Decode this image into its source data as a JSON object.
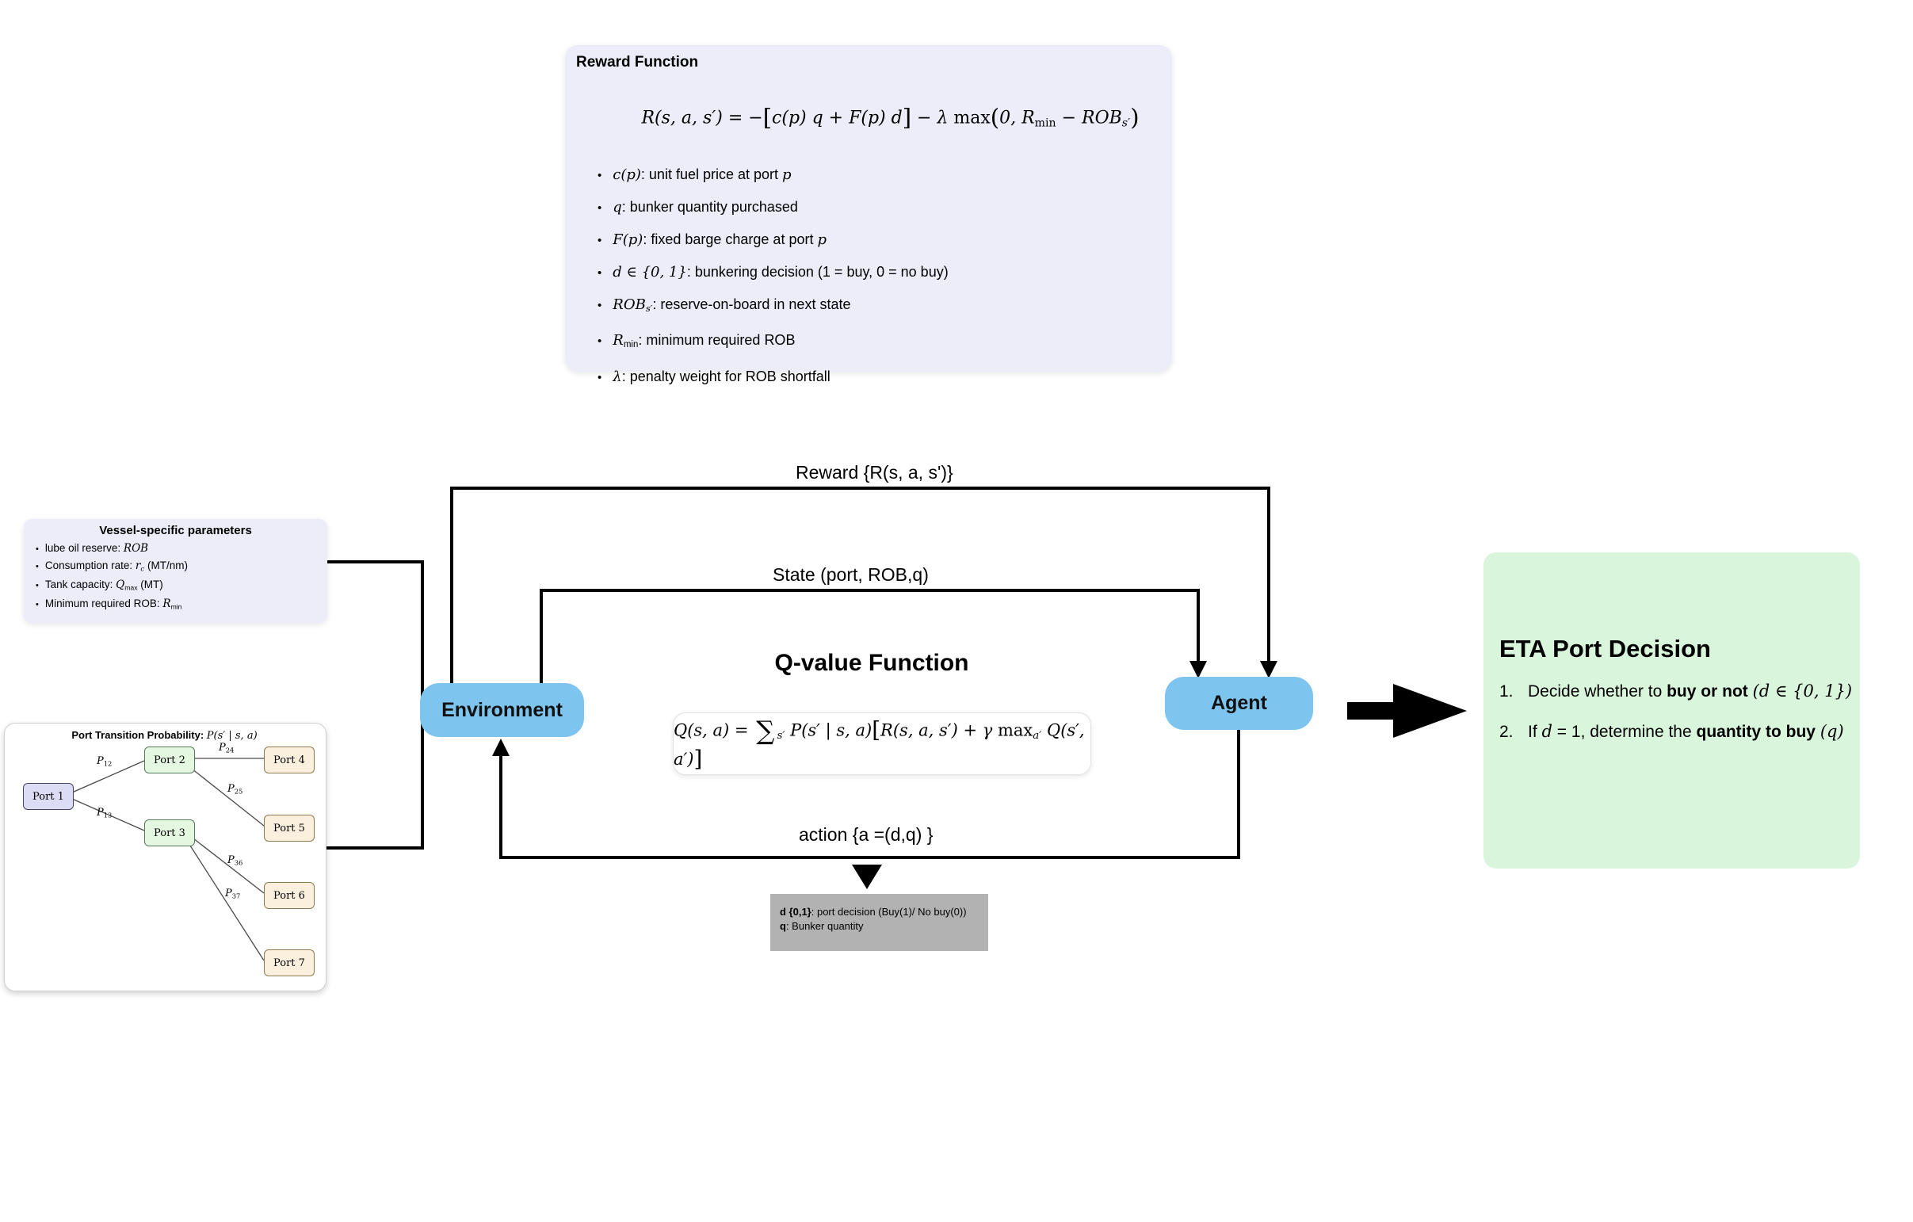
{
  "ui": {
    "bullet": "•"
  },
  "colors": {
    "panel_lavender": "#EDEDFA",
    "pill_blue": "#7DC4EE",
    "panel_green": "#D9F6DC",
    "note_gray": "#B2B2B2",
    "port_node_lavender": "#DCDCF4",
    "port_node_green": "#E3F7E1",
    "port_node_cream": "#FBF0DE",
    "line_black": "#000000"
  },
  "reward_box": {
    "title": "Reward Function",
    "formula": [
      {
        "t": "R(s, a, s′) = −",
        "i": true
      },
      {
        "t": "[",
        "c": "c-brk"
      },
      {
        "t": "c(p) q  +  F(p) d",
        "i": true
      },
      {
        "t": "]",
        "c": "c-brk"
      },
      {
        "t": "  −  λ ",
        "i": true
      },
      {
        "t": "max",
        "c": "c-rm"
      },
      {
        "t": "(",
        "c": "c-brk"
      },
      {
        "t": "0,  R",
        "i": true
      },
      {
        "t": "min",
        "sub": true,
        "c": "c-rm"
      },
      {
        "t": " − ROB",
        "i": true
      },
      {
        "t": "s′",
        "sub": true,
        "i": true
      },
      {
        "t": ")",
        "c": "c-brk"
      }
    ],
    "bullets": [
      [
        {
          "t": "c(p)",
          "i": true
        },
        {
          "t": ":  unit fuel price at port "
        },
        {
          "t": "p",
          "i": true
        }
      ],
      [
        {
          "t": "q",
          "i": true
        },
        {
          "t": ":  bunker quantity purchased"
        }
      ],
      [
        {
          "t": "F(p)",
          "i": true
        },
        {
          "t": ":  fixed barge charge at port "
        },
        {
          "t": "p",
          "i": true
        }
      ],
      [
        {
          "t": "d",
          "i": true
        },
        {
          "t": " ∈ {0, 1}",
          "i": true
        },
        {
          "t": ":  bunkering decision (1 = buy, 0 = no buy)"
        }
      ],
      [
        {
          "t": "ROB",
          "i": true
        },
        {
          "t": "s′",
          "sub": true,
          "i": true
        },
        {
          "t": ":  reserve-on-board in next state"
        }
      ],
      [
        {
          "t": "R",
          "i": true
        },
        {
          "t": "min",
          "sub": true
        },
        {
          "t": ":  minimum required ROB"
        }
      ],
      [
        {
          "t": "λ",
          "i": true
        },
        {
          "t": ":  penalty weight for ROB shortfall"
        }
      ]
    ]
  },
  "vessel_box": {
    "title": "Vessel-specific parameters",
    "bullets": [
      [
        {
          "t": "lube oil reserve:  "
        },
        {
          "t": "ROB",
          "i": true
        }
      ],
      [
        {
          "t": "Consumption rate:  "
        },
        {
          "t": "r",
          "i": true
        },
        {
          "t": "c",
          "sub": true,
          "i": true
        },
        {
          "t": " (MT/nm)"
        }
      ],
      [
        {
          "t": "Tank capacity:  "
        },
        {
          "t": "Q",
          "i": true
        },
        {
          "t": "max",
          "sub": true
        },
        {
          "t": " (MT)"
        }
      ],
      [
        {
          "t": "Minimum required ROB:  "
        },
        {
          "t": "R",
          "i": true
        },
        {
          "t": "min",
          "sub": true
        }
      ]
    ]
  },
  "port_box": {
    "title": [
      {
        "t": "Port Transition Probability:  ",
        "b": true
      },
      {
        "t": "P(s′ | s, a)",
        "i": true
      }
    ],
    "nodes": [
      "Port 1",
      "Port 2",
      "Port 3",
      "Port 4",
      "Port 5",
      "Port 6",
      "Port 7"
    ],
    "edge_labels": [
      [
        {
          "t": "P",
          "i": true
        },
        {
          "t": "12",
          "sub": true
        }
      ],
      [
        {
          "t": "P",
          "i": true
        },
        {
          "t": "13",
          "sub": true
        }
      ],
      [
        {
          "t": "P",
          "i": true
        },
        {
          "t": "24",
          "sub": true
        }
      ],
      [
        {
          "t": "P",
          "i": true
        },
        {
          "t": "25",
          "sub": true
        }
      ],
      [
        {
          "t": "P",
          "i": true
        },
        {
          "t": "36",
          "sub": true
        }
      ],
      [
        {
          "t": "P",
          "i": true
        },
        {
          "t": "37",
          "sub": true
        }
      ]
    ]
  },
  "loop": {
    "environment": "Environment",
    "agent": "Agent",
    "reward_label": "Reward {R(s, a, s')}",
    "state_label": "State (port, ROB,q)",
    "action_label": "action {a =(d,q) }",
    "qvalue_title": "Q-value Function",
    "qvalue_formula": [
      {
        "t": "Q(s, a)  =  ",
        "i": true
      },
      {
        "t": "∑",
        "c": "c-sum"
      },
      {
        "t": "s′",
        "sub": true,
        "i": true
      },
      {
        "t": " P(s′ | s, a)",
        "i": true
      },
      {
        "t": "[",
        "c": "c-brk"
      },
      {
        "t": "R(s, a, s′)  +  γ ",
        "i": true
      },
      {
        "t": "max",
        "c": "c-rm"
      },
      {
        "t": "a′",
        "sub": true,
        "i": true
      },
      {
        "t": " Q(s′, a′)",
        "i": true
      },
      {
        "t": "]",
        "c": "c-brk"
      }
    ]
  },
  "action_note": {
    "line1": [
      {
        "t": "d {0,1}",
        "b": true
      },
      {
        "t": ": port decision (Buy(1)/ No buy(0))"
      }
    ],
    "line2": [
      {
        "t": "q",
        "b": true
      },
      {
        "t": ": Bunker quantity"
      }
    ]
  },
  "eta_box": {
    "title": "ETA Port Decision",
    "items": [
      {
        "num": "1.",
        "tokens": [
          {
            "t": "Decide whether to "
          },
          {
            "t": "buy or not",
            "b": true
          },
          {
            "t": " "
          },
          {
            "t": "(d ∈ {0, 1})",
            "i": true
          }
        ]
      },
      {
        "num": "2.",
        "tokens": [
          {
            "t": "If "
          },
          {
            "t": "d",
            "i": true
          },
          {
            "t": " = 1, determine the "
          },
          {
            "t": "quantity to buy",
            "b": true
          },
          {
            "t": " "
          },
          {
            "t": "(q)",
            "i": true
          }
        ]
      }
    ]
  }
}
